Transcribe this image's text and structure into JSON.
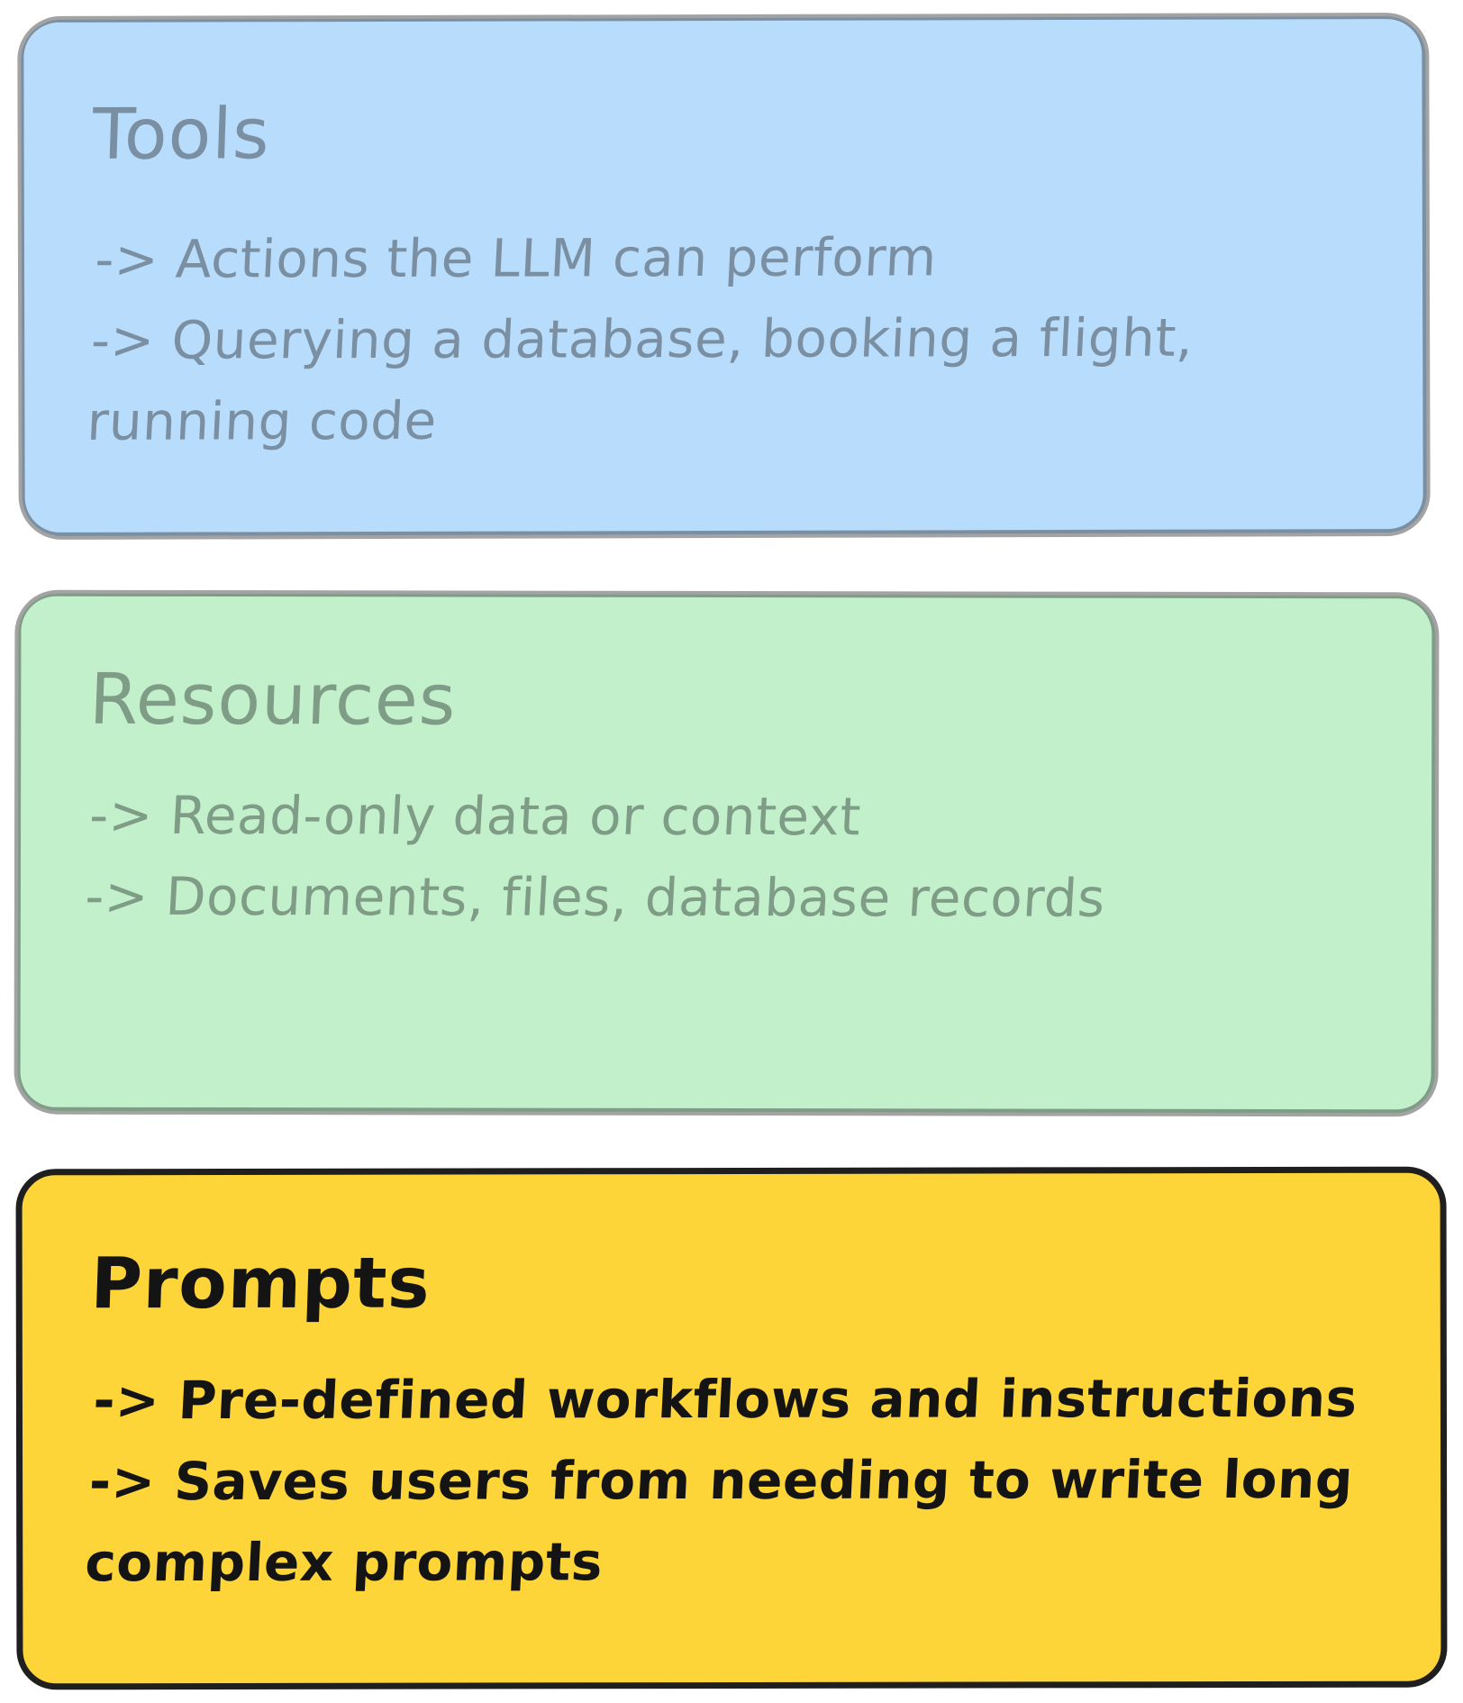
{
  "cards": [
    {
      "id": "tools",
      "title": "Tools",
      "lines": [
        "-> Actions the LLM can perform",
        "-> Querying a database, booking a flight,",
        "running code"
      ],
      "colors": {
        "fill": "#b8dcfb",
        "stroke": "#7a8fa2",
        "text": "#7a8fa2"
      }
    },
    {
      "id": "resources",
      "title": "Resources",
      "lines": [
        "-> Read-only data or context",
        "-> Documents, files, database records"
      ],
      "colors": {
        "fill": "#c2f0cb",
        "stroke": "#7e9c86",
        "text": "#7e9c86"
      }
    },
    {
      "id": "prompts",
      "title": "Prompts",
      "lines": [
        "-> Pre-defined workflows and instructions",
        "-> Saves users from needing to write long",
        "complex prompts"
      ],
      "colors": {
        "fill": "#fed538",
        "stroke": "#1f1f1f",
        "text": "#141414"
      }
    }
  ]
}
